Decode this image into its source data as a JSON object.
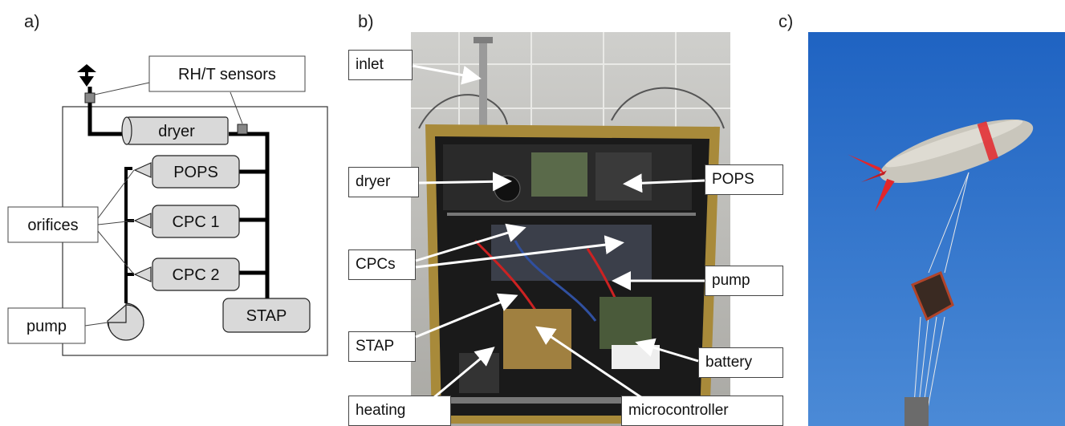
{
  "panels": {
    "a": "a)",
    "b": "b)",
    "c": "c)"
  },
  "schematic": {
    "rh_t_sensors": "RH/T sensors",
    "dryer": "dryer",
    "pops": "POPS",
    "cpc1": "CPC 1",
    "cpc2": "CPC 2",
    "stap": "STAP",
    "orifices": "orifices",
    "pump": "pump"
  },
  "photo_labels": {
    "inlet": "inlet",
    "dryer": "dryer",
    "cpcs": "CPCs",
    "stap": "STAP",
    "heating": "heating",
    "pops": "POPS",
    "pump": "pump",
    "battery": "battery",
    "microcontroller": "microcontroller"
  },
  "colors": {
    "box_fill": "#d9d9d9",
    "line": "#000000",
    "sky": "#2a6fc9",
    "frame_gold": "#a88a3a",
    "airship_body": "#c9c6bc",
    "airship_fin": "#e3262b"
  }
}
